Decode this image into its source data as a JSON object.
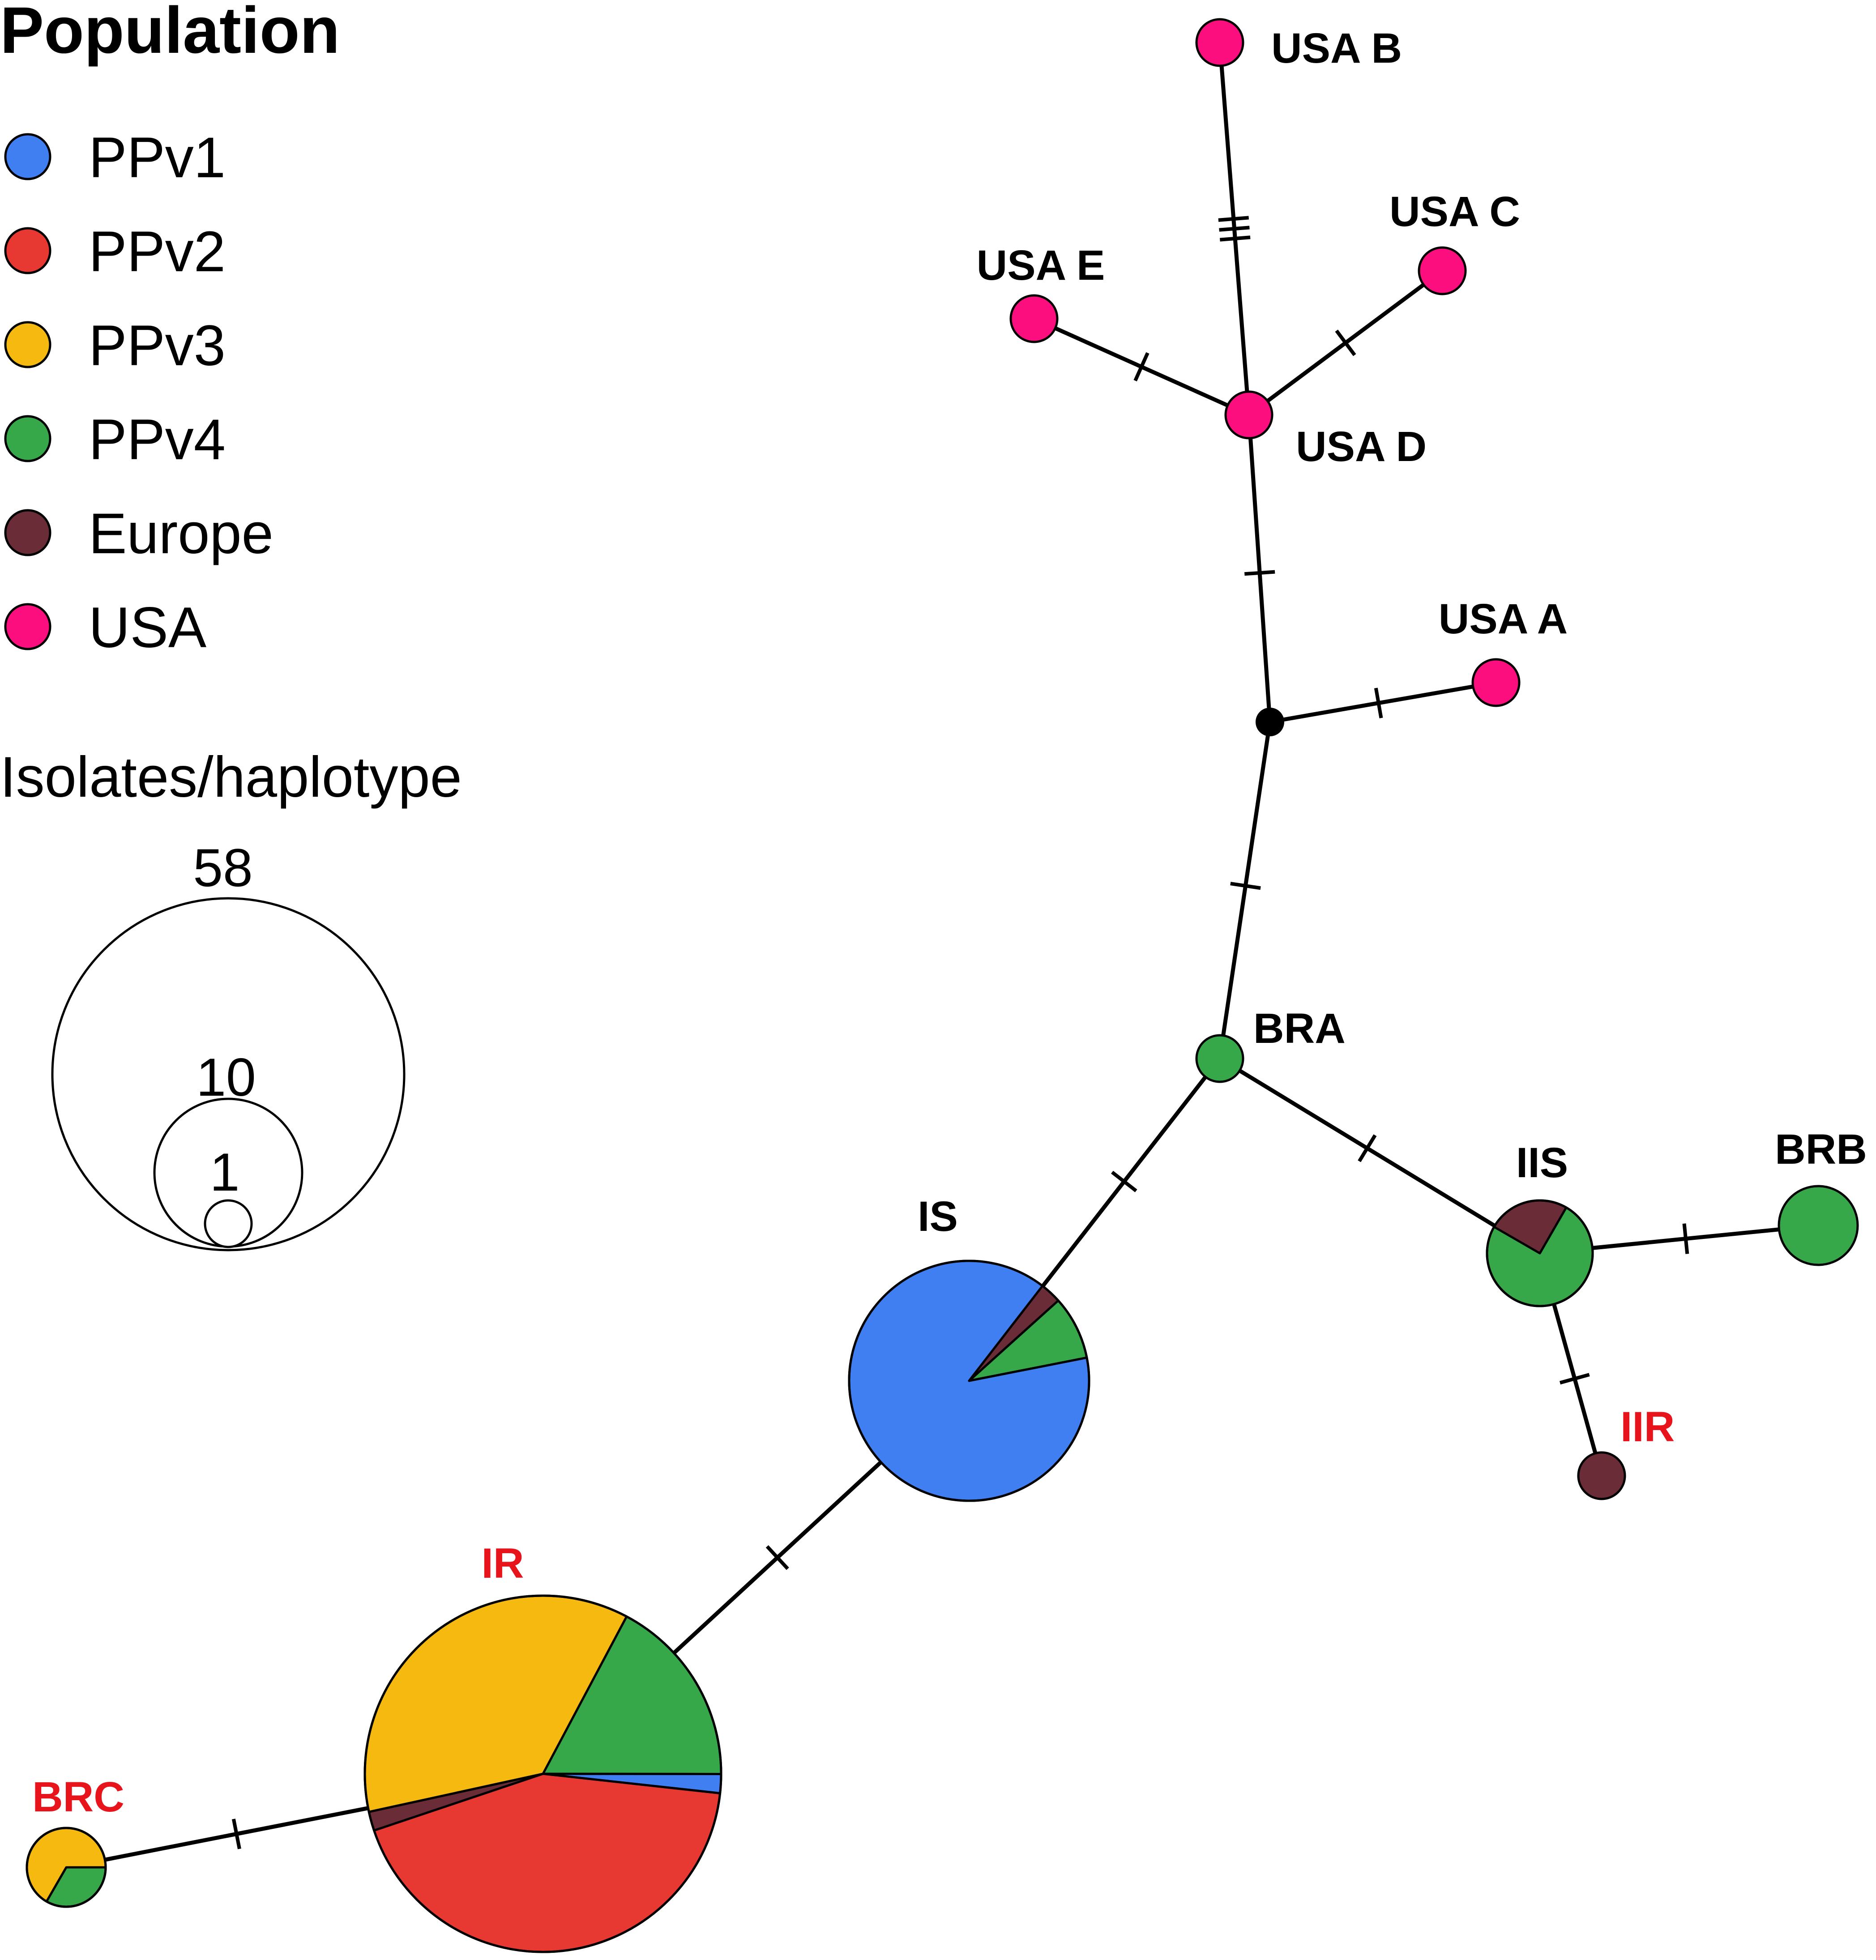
{
  "legend": {
    "title": "Population",
    "items": [
      {
        "label": "PPv1",
        "color": "#3f7ff2"
      },
      {
        "label": "PPv2",
        "color": "#e83832"
      },
      {
        "label": "PPv3",
        "color": "#f6b90f"
      },
      {
        "label": "PPv4",
        "color": "#36a84a"
      },
      {
        "label": "Europe",
        "color": "#6a2c37"
      },
      {
        "label": "USA",
        "color": "#fc0e7e"
      }
    ]
  },
  "size_legend": {
    "title": "Isolates/haplotype",
    "values": [
      "58",
      "10",
      "1"
    ]
  },
  "haplotypes": [
    {
      "id": "USA B",
      "label": "USA B",
      "label_color": "#000000",
      "composition": {
        "USA": 1
      }
    },
    {
      "id": "USA C",
      "label": "USA C",
      "label_color": "#000000",
      "composition": {
        "USA": 1
      }
    },
    {
      "id": "USA E",
      "label": "USA E",
      "label_color": "#000000",
      "composition": {
        "USA": 1
      }
    },
    {
      "id": "USA D",
      "label": "USA D",
      "label_color": "#000000",
      "composition": {
        "USA": 1
      }
    },
    {
      "id": "USA A",
      "label": "USA A",
      "label_color": "#000000",
      "composition": {
        "USA": 1
      }
    },
    {
      "id": "median",
      "label": "",
      "label_color": "#000000",
      "composition": {}
    },
    {
      "id": "BRA",
      "label": "BRA",
      "label_color": "#000000",
      "composition": {
        "PPv4": 1
      }
    },
    {
      "id": "IS",
      "label": "IS",
      "label_color": "#000000",
      "composition": {
        "PPv1": 31,
        "Europe": 1,
        "PPv4": 3
      }
    },
    {
      "id": "IIS",
      "label": "IIS",
      "label_color": "#000000",
      "composition": {
        "PPv4": 3,
        "Europe": 1
      }
    },
    {
      "id": "BRB",
      "label": "BRB",
      "label_color": "#000000",
      "composition": {
        "PPv4": 2
      }
    },
    {
      "id": "IIR",
      "label": "IIR",
      "label_color": "#e8141b",
      "composition": {
        "Europe": 1
      }
    },
    {
      "id": "IR",
      "label": "IR",
      "label_color": "#e8141b",
      "composition": {
        "PPv4": 10,
        "PPv1": 1,
        "PPv2": 25,
        "Europe": 1,
        "PPv3": 21
      }
    },
    {
      "id": "BRC",
      "label": "BRC",
      "label_color": "#e8141b",
      "composition": {
        "PPv4": 1,
        "PPv3": 2
      }
    }
  ],
  "edges": [
    {
      "from": "USA B",
      "to": "USA D",
      "mutations": 3
    },
    {
      "from": "USA E",
      "to": "USA D",
      "mutations": 1
    },
    {
      "from": "USA C",
      "to": "USA D",
      "mutations": 1
    },
    {
      "from": "USA D",
      "to": "median",
      "mutations": 1
    },
    {
      "from": "median",
      "to": "USA A",
      "mutations": 1
    },
    {
      "from": "median",
      "to": "BRA",
      "mutations": 1
    },
    {
      "from": "BRA",
      "to": "IS",
      "mutations": 1
    },
    {
      "from": "BRA",
      "to": "IIS",
      "mutations": 1
    },
    {
      "from": "IIS",
      "to": "BRB",
      "mutations": 1
    },
    {
      "from": "IIS",
      "to": "IIR",
      "mutations": 1
    },
    {
      "from": "IS",
      "to": "IR",
      "mutations": 1
    },
    {
      "from": "IR",
      "to": "BRC",
      "mutations": 1
    }
  ]
}
